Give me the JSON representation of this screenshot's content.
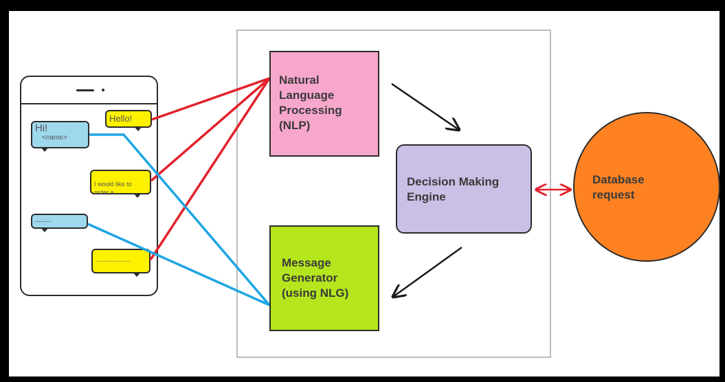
{
  "nodes": {
    "nlp": {
      "label": "Natural\nLanguage\nProcessing\n(NLP)",
      "color": "#f7a7cb"
    },
    "nlg": {
      "label": "Message\nGenerator\n(using NLG)",
      "color": "#b5e61d"
    },
    "dme": {
      "label": "Decision Making\nEngine",
      "color": "#cbbfe6"
    },
    "db": {
      "label": "Database\nrequest",
      "color": "#ff8222"
    }
  },
  "chat": {
    "hello": "Hello!",
    "hi": "Hi!",
    "name": "<name>",
    "order": "I would like to\norder a...",
    "blank_blue": "--------",
    "blank_yellow": "-----------------"
  },
  "colors": {
    "user_link": "#e2212b",
    "bot_link": "#1ea5e3",
    "db_link": "#e2212b"
  }
}
